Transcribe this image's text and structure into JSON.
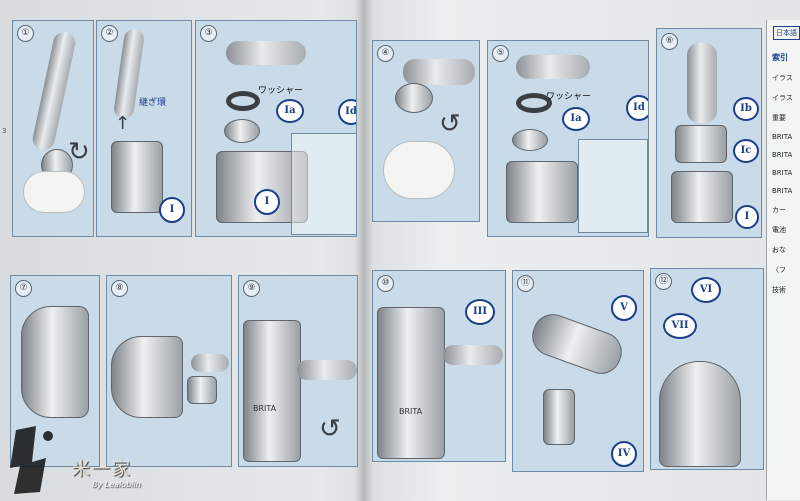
{
  "panels": [
    {
      "id": "1",
      "num": "①"
    },
    {
      "id": "2",
      "num": "②"
    },
    {
      "id": "3",
      "num": "③"
    },
    {
      "id": "4",
      "num": "④"
    },
    {
      "id": "5",
      "num": "⑤"
    },
    {
      "id": "6",
      "num": "⑥"
    },
    {
      "id": "7",
      "num": "⑦"
    },
    {
      "id": "8",
      "num": "⑧"
    },
    {
      "id": "9",
      "num": "⑨"
    },
    {
      "id": "10",
      "num": "⑩"
    },
    {
      "id": "11",
      "num": "⑪"
    },
    {
      "id": "12",
      "num": "⑫"
    }
  ],
  "labels": {
    "p2_ring": "継ぎ環",
    "p3_washer": "ワッシャー",
    "p5_washer": "ワッシャー",
    "brand": "BRITA",
    "brand_b": "BRITA"
  },
  "callouts": {
    "I": "I",
    "Ia": "Ia",
    "Id": "Id",
    "Ib": "Ib",
    "Ic": "Ic",
    "III": "III",
    "V": "V",
    "IV": "IV",
    "VI": "VI",
    "VII": "VII"
  },
  "sidebar": {
    "heading": "日本語",
    "index": "索引",
    "items": [
      "イラス",
      "イラス",
      "重要",
      "BRITA",
      "BRITA",
      "BRITA",
      "BRITA",
      "カー",
      "電池",
      "おな",
      "〈フ",
      "技術"
    ]
  },
  "page_mark": "3",
  "watermark": {
    "text": "米一家",
    "by": "By Lealoblin"
  }
}
